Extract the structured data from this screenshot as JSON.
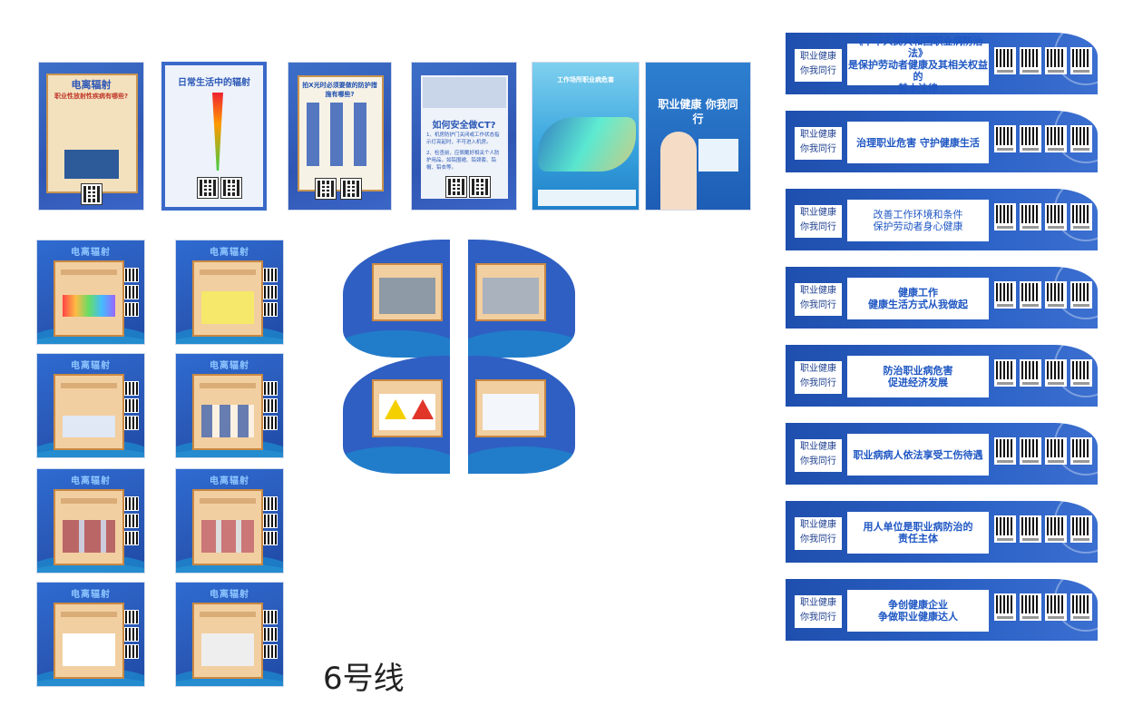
{
  "colors": {
    "primary_blue": "#2f5fc2",
    "card_tan": "#f2cfa0",
    "accent_orange": "#c98843",
    "banner_text": "#1f57c3"
  },
  "posters": [
    {
      "title": "电离辐射",
      "subtitle": "职业性放射性疾病有哪些?"
    },
    {
      "title": "日常生活中的辐射"
    },
    {
      "title": "拍X光时必须要做的防护措施有哪些?"
    },
    {
      "title": "如何安全做CT?",
      "lines": [
        "1、机房防护门关闭或工作状态指示灯亮起时，不可进入机房。",
        "2、检查前，应佩戴好相关个人防护用品，如铅围裙、铅颈套、铅帽、铅衣等。"
      ]
    },
    {
      "title": "工作场所职业病危害"
    },
    {
      "title": "职业健康 你我同行"
    }
  ],
  "square_panels": [
    {
      "title": "电离辐射"
    },
    {
      "title": "电离辐射"
    },
    {
      "title": "电离辐射"
    },
    {
      "title": "电离辐射"
    },
    {
      "title": "电离辐射"
    },
    {
      "title": "电离辐射"
    },
    {
      "title": "电离辐射"
    },
    {
      "title": "电离辐射"
    }
  ],
  "banners": [
    {
      "side": "职业健康 你我同行",
      "main": [
        "《中华人民共和国职业病防治法》",
        "是保护劳动者健康及其相关权益的",
        "基本法律"
      ]
    },
    {
      "side": "职业健康 你我同行",
      "main": [
        "治理职业危害  守护健康生活"
      ]
    },
    {
      "side": "职业健康 你我同行",
      "main": [
        "改善工作环境和条件",
        "保护劳动者身心健康"
      ]
    },
    {
      "side": "职业健康 你我同行",
      "main": [
        "健康工作",
        "健康生活方式从我做起"
      ]
    },
    {
      "side": "职业健康 你我同行",
      "main": [
        "防治职业病危害",
        "促进经济发展"
      ]
    },
    {
      "side": "职业健康 你我同行",
      "main": [
        "职业病病人依法享受工伤待遇"
      ]
    },
    {
      "side": "职业健康 你我同行",
      "main": [
        "用人单位是职业病防治的",
        "责任主体"
      ]
    },
    {
      "side": "职业健康 你我同行",
      "main": [
        "争创健康企业",
        "争做职业健康达人"
      ]
    }
  ],
  "line_label": "6号线"
}
